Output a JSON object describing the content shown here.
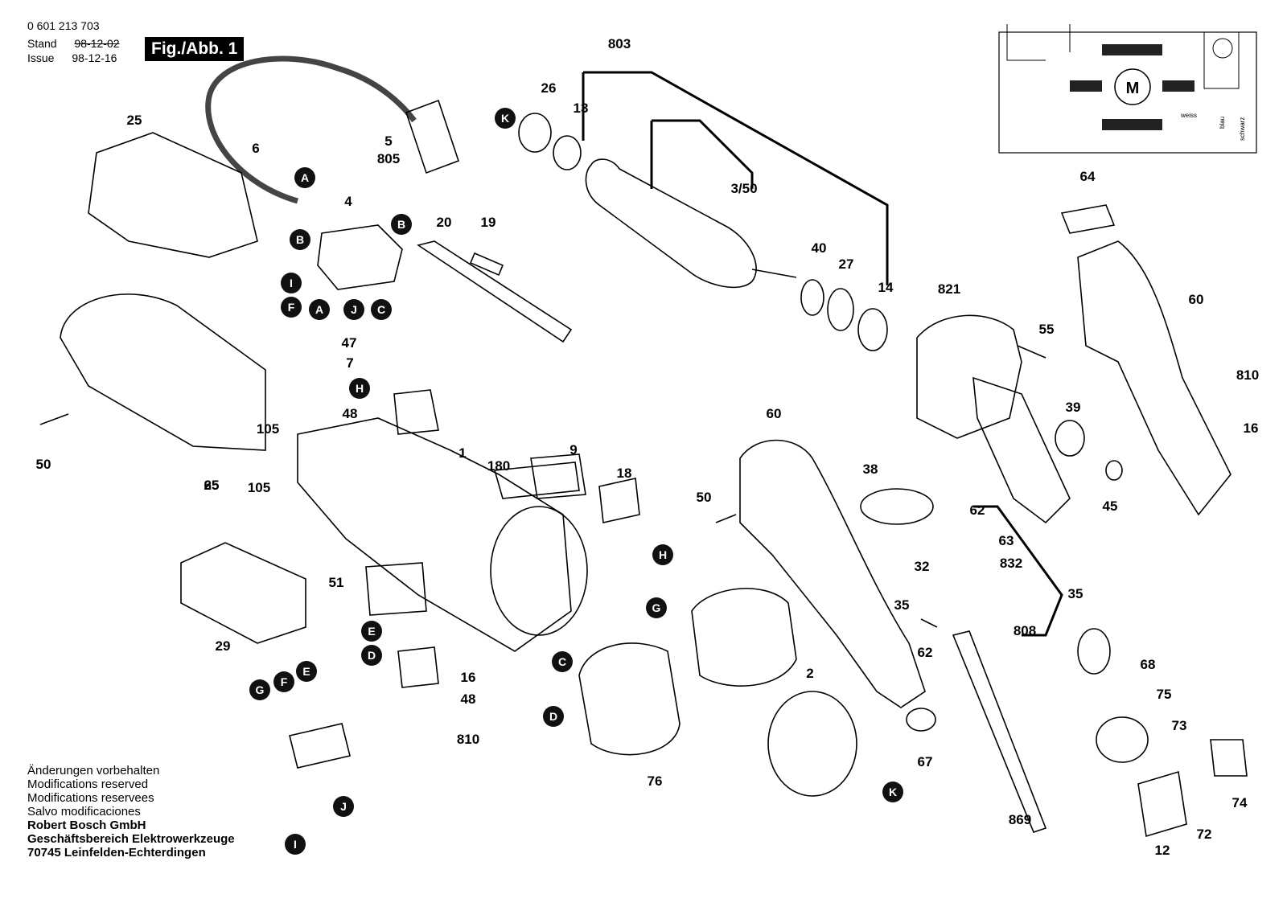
{
  "header": {
    "number": "0 601 213 703",
    "stand_label": "Stand",
    "stand_date": "98-12-02",
    "issue_label": "Issue",
    "issue_date": "98-12-16",
    "figure": "Fig./Abb. 1"
  },
  "footer_notes": [
    "Änderungen vorbehalten",
    "Modifications reserved",
    "Modifications reservees",
    "Salvo modificaciones"
  ],
  "company": [
    "Robert Bosch GmbH",
    "Geschäftsbereich Elektrowerkzeuge",
    "70745 Leinfelden-Echterdingen"
  ],
  "wiring": {
    "motor_label": "M",
    "wire_labels": [
      "weiss",
      "blau",
      "schwarz"
    ]
  },
  "part_numbers": [
    "803",
    "26",
    "13",
    "3/50",
    "25",
    "6",
    "5",
    "805",
    "4",
    "20",
    "19",
    "40",
    "27",
    "14",
    "821",
    "55",
    "64",
    "60",
    "39",
    "45",
    "47",
    "7",
    "810",
    "48",
    "16",
    "1",
    "180",
    "9",
    "18",
    "50",
    "105",
    "65",
    "38",
    "62",
    "63",
    "832",
    "35",
    "32",
    "808",
    "51",
    "29",
    "2",
    "76",
    "67",
    "68",
    "75",
    "73",
    "74",
    "72",
    "869",
    "12"
  ],
  "connector_letters": [
    "A",
    "B",
    "C",
    "D",
    "E",
    "F",
    "G",
    "H",
    "I",
    "J",
    "K"
  ]
}
